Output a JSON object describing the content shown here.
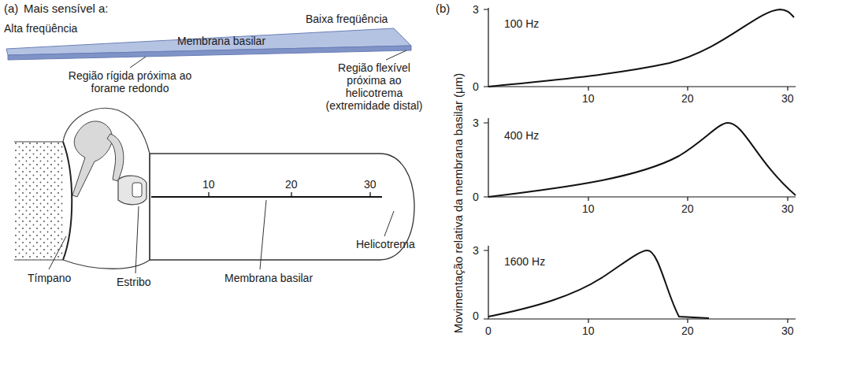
{
  "diagram": {
    "nodes": [
      {
        "text": [
          "Membrana basilar"
        ]
      }
    ],
    "labels": [
      "(a)",
      "Mais sensível a:",
      "Alta freqüência",
      "Baixa freqüência",
      "Região rígida próxima ao forame redondo",
      "Região flexível próxima ao helicotrema (extremidade distal)",
      "10",
      "20",
      "30",
      "Tímpano",
      "Estribo",
      "Membrana basilar",
      "Helicotrema",
      "(b)",
      "Movimentação relativa da membrana basilar (μm)",
      "3",
      "100 Hz",
      "0",
      "10",
      "20",
      "30",
      "3",
      "400 Hz",
      "0",
      "10",
      "20",
      "30",
      "3",
      "1600 Hz",
      "0",
      "0",
      "10",
      "20",
      "30"
    ]
  }
}
